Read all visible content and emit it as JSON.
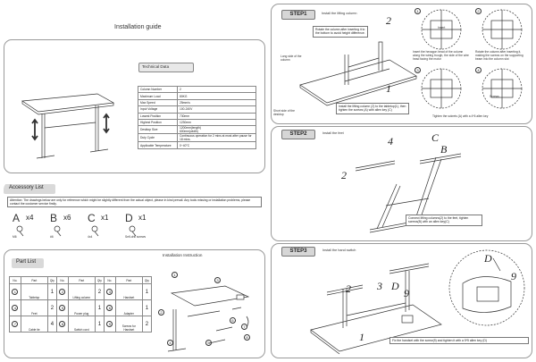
{
  "title": "Installation guide",
  "tech": {
    "header": "Technical Data",
    "rows": [
      [
        "Column Number",
        "2"
      ],
      [
        "Maximum Load",
        "80KG"
      ],
      [
        "Max Speed",
        "25mm/s"
      ],
      [
        "Input Voltage",
        "100-240V"
      ],
      [
        "Lowest Position",
        "730mm"
      ],
      [
        "Highest Position",
        "1230mm"
      ],
      [
        "Desktop Size",
        "1200mm(length)\n600mm(width)"
      ],
      [
        "Duty Cycle",
        "Continuous operation for 2 mins at most after pause for 18 mins."
      ],
      [
        "Applicable Temperature",
        "0~40°C"
      ]
    ]
  },
  "accessory": {
    "header": "Accessory List",
    "attention": "Attention: The drawings below are only for reference which might be slightly different from the actual object, please in kind prevail. Any tools missing or installation problems, please contact the customer service firstly.",
    "items": [
      {
        "letter": "A",
        "qty": "x4",
        "name": "M6"
      },
      {
        "letter": "B",
        "qty": "x6",
        "name": "#6"
      },
      {
        "letter": "C",
        "qty": "x1",
        "name": "4x4"
      },
      {
        "letter": "D",
        "qty": "x1",
        "name": "Self-drill screws"
      }
    ]
  },
  "parts": {
    "header": "Part List",
    "cols": [
      "No.",
      "Part",
      "Qty",
      "No.",
      "Part",
      "Qty",
      "No.",
      "Part",
      "Qty"
    ],
    "rows": [
      [
        "1",
        "Tabletop",
        "1",
        "2",
        "Lifting column",
        "2",
        "3",
        "Handset",
        "1"
      ],
      [
        "4",
        "Feet",
        "2",
        "5",
        "Power plug",
        "1",
        "6",
        "Adapter",
        "1"
      ],
      [
        "7",
        "Cable tie",
        "4",
        "8",
        "Switch cord",
        "1",
        "9",
        "Screws for Handset",
        "2"
      ]
    ]
  },
  "instruction": {
    "header": "Installation Instruction"
  },
  "step1": {
    "label": "STEP1",
    "title": "Install the lifting column",
    "note1": "Rotate the column after inserting it to the bottom to avoid height difference.",
    "note2": "Install the lifting column (2) to the tabletop(1), then tighten the screws (A) with allen key (C)",
    "long_side": "Long side of the column",
    "short_side": "Short side of the desktop",
    "detail1": "Insert the hexagon head of the column along the wiring trough, the side of the wire head facing the motor",
    "detail2": "Rotate the column after inserting it, making the screws on the supporting beam into the column slot",
    "detail_screw": "Screws",
    "detail3": "Tighten the sckrets (A) with a 4*6 allen key",
    "insert": "Insert",
    "num1": "1",
    "num2": "2",
    "num3": "3",
    "num4": "4"
  },
  "step2": {
    "label": "STEP2",
    "title": "Install the feet",
    "note": "Connect lifting columns(2) to the feet, tighten screws(B) with an allen key(C)"
  },
  "step3": {
    "label": "STEP3",
    "title": "Install the hand switch",
    "note": "Fix the handset with the screw(9) and tighten it with a 5*5 allen key (D)"
  },
  "labels": {
    "n1": "1",
    "n2": "2",
    "n3": "3",
    "n4": "4",
    "n9": "9",
    "A": "A",
    "B": "B",
    "C": "C",
    "D": "D"
  },
  "part_numbers": [
    "1",
    "2",
    "3",
    "4",
    "5",
    "6",
    "7",
    "8"
  ]
}
